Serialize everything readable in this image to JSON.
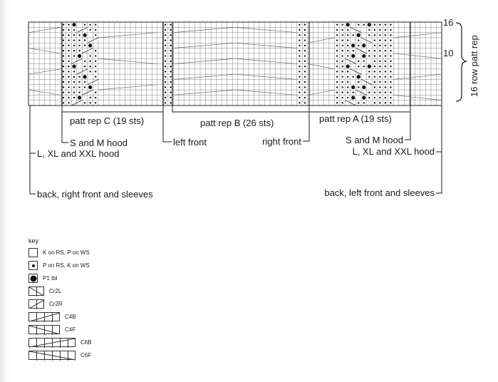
{
  "chart": {
    "row_numbers": [
      "16",
      "10"
    ],
    "side_label": "16 row patt rep",
    "repeats": {
      "c": "patt rep C (19 sts)",
      "b": "patt rep B (26 sts)",
      "a": "patt rep A (19 sts)"
    },
    "sizing_labels": {
      "sm_hood_left": "S and M hood",
      "lxl_hood_left": "L, XL and XXL hood",
      "back_right": "back, right front and sleeves",
      "left_front": "left front",
      "right_front": "right front",
      "sm_hood_right": "S and M hood",
      "lxl_hood_right": "L, XL and XXL hood",
      "back_left": "back, left front and sleeves"
    }
  },
  "key": {
    "title": "key",
    "items": [
      {
        "symbol": "blank",
        "text": "K on RS, P on WS"
      },
      {
        "symbol": "dot",
        "text": "P on RS, K on WS"
      },
      {
        "symbol": "big-dot",
        "text": "P1 tbl"
      },
      {
        "symbol": "cr2l",
        "text": "Cr2L"
      },
      {
        "symbol": "cr2r",
        "text": "Cr2R"
      },
      {
        "symbol": "c4b",
        "text": "C4B"
      },
      {
        "symbol": "c4f",
        "text": "C4F"
      },
      {
        "symbol": "c6b",
        "text": "C6B"
      },
      {
        "symbol": "c6f",
        "text": "C6F"
      }
    ]
  }
}
